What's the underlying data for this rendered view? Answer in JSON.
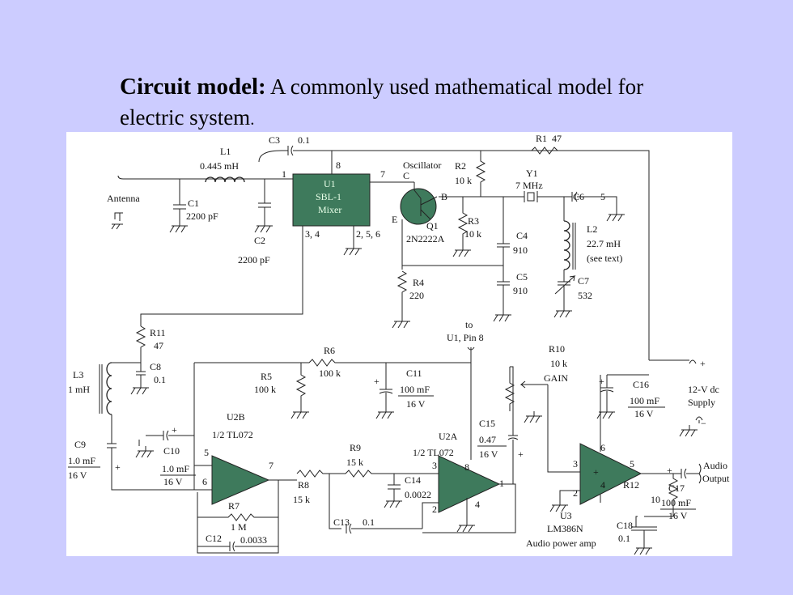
{
  "slide": {
    "title_bold": "Circuit model:",
    "title_rest": " A commonly used mathematical model for",
    "title_line2": "electric system",
    "title_period": "."
  },
  "schematic": {
    "antenna": "Antenna",
    "l1": {
      "name": "L1",
      "value": "0.445 mH"
    },
    "c1": {
      "name": "C1",
      "value": "2200 pF"
    },
    "c2": {
      "name": "C2",
      "value": "2200 pF"
    },
    "c3": {
      "name": "C3",
      "value": "0.1"
    },
    "u1": {
      "name": "U1",
      "model": "SBL-1",
      "func": "Mixer",
      "pin1": "1",
      "pin7": "7",
      "pin8": "8",
      "pins34": "3, 4",
      "pins256": "2, 5, 6"
    },
    "oscillator": "Oscillator",
    "q1": {
      "name": "Q1",
      "part": "2N2222A",
      "c": "C",
      "b": "B",
      "e": "E"
    },
    "r1": {
      "name": "R1",
      "value": "47"
    },
    "r2": {
      "name": "R2",
      "value": "10 k"
    },
    "r3": {
      "name": "R3",
      "value": "10 k"
    },
    "r4": {
      "name": "R4",
      "value": "220"
    },
    "y1": {
      "name": "Y1",
      "value": "7 MHz"
    },
    "c6": {
      "name": "C6",
      "value": "5"
    },
    "l2": {
      "name": "L2",
      "value": "22.7 mH",
      "note": "(see text)"
    },
    "c4": {
      "name": "C4",
      "value": "910"
    },
    "c5": {
      "name": "C5",
      "value": "910"
    },
    "c7": {
      "name": "C7",
      "value": "532"
    },
    "to_u1": {
      "line1": "to",
      "line2": "U1, Pin 8"
    },
    "r11": {
      "name": "R11",
      "value": "47"
    },
    "c8": {
      "name": "C8",
      "value": "0.1"
    },
    "l3": {
      "name": "L3",
      "value": "1 mH"
    },
    "r6": {
      "name": "R6",
      "value": "100 k"
    },
    "r5": {
      "name": "R5",
      "value": "100 k"
    },
    "c11": {
      "name": "C11",
      "value": "100 mF",
      "volt": "16 V"
    },
    "r10": {
      "name": "R10",
      "value": "10 k",
      "label": "GAIN"
    },
    "c16": {
      "name": "C16",
      "value": "100 mF",
      "volt": "16 V"
    },
    "supply": {
      "line1": "12-V dc",
      "line2": "Supply",
      "plus": "+",
      "minus": "−"
    },
    "u2b": {
      "name": "U2B",
      "part": "1/2 TL072",
      "pin5": "5",
      "pin6": "6",
      "pin7": "7"
    },
    "c9": {
      "name": "C9",
      "value": "1.0 mF",
      "volt": "16 V"
    },
    "c10": {
      "name": "C10",
      "value": "1.0 mF",
      "volt": "16 V"
    },
    "c15": {
      "name": "C15",
      "value": "0.47",
      "volt": "16 V"
    },
    "r9": {
      "name": "R9",
      "value": "15 k"
    },
    "r8": {
      "name": "R8",
      "value": "15 k"
    },
    "u2a": {
      "name": "U2A",
      "part": "1/2 TL072",
      "pin1": "1",
      "pin2": "2",
      "pin3": "3",
      "pin4": "4",
      "pin8": "8"
    },
    "c14": {
      "name": "C14",
      "value": "0.0022"
    },
    "c13": {
      "name": "C13",
      "value": "0.1"
    },
    "r7": {
      "name": "R7",
      "value": "1 M"
    },
    "c12": {
      "name": "C12",
      "value": "0.0033"
    },
    "u3": {
      "name": "U3",
      "part": "LM386N",
      "desc": "Audio power amp",
      "pin2": "2",
      "pin3": "3",
      "pin4": "4",
      "pin5": "5",
      "pin6": "6"
    },
    "r12": {
      "name": "R12",
      "value": "10"
    },
    "c17": {
      "name": "C17",
      "value": "100 mF",
      "volt": "16 V"
    },
    "c18": {
      "name": "C18",
      "value": "0.1"
    },
    "audio_out": {
      "line1": "Audio",
      "line2": "Output"
    },
    "plus": "+"
  }
}
